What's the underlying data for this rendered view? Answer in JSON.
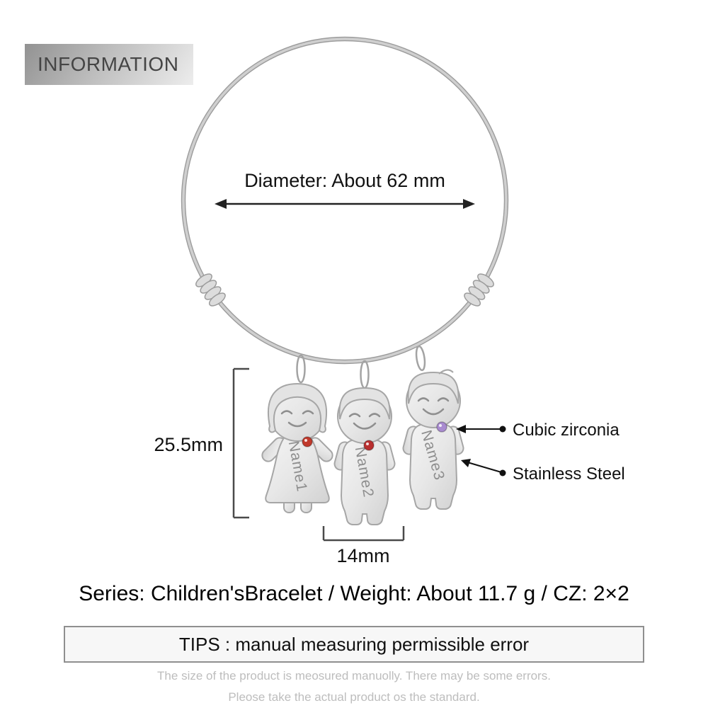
{
  "header": {
    "information_label": "INFORMATION"
  },
  "bracelet": {
    "diameter_label": "Diameter: About 62 mm",
    "height_label": "25.5mm",
    "width_label": "14mm",
    "charms": [
      {
        "name": "Name1",
        "gem_color": "#c0392b"
      },
      {
        "name": "Name2",
        "gem_color": "#b92f2f"
      },
      {
        "name": "Name3",
        "gem_color": "#a98bd0"
      }
    ],
    "annotations": [
      {
        "label": "Cubic zirconia"
      },
      {
        "label": "Stainless Steel"
      }
    ]
  },
  "details": {
    "series_line": "Series: Children'sBracelet / Weight: About 11.7 g / CZ: 2×2"
  },
  "tips": {
    "text": "TIPS : manual measuring permissible error"
  },
  "footer": {
    "line1": "The size of the product is meosured manuolly. There may be some errors.",
    "line2": "Pleose take the actual product os the standard."
  },
  "colors": {
    "metal_light": "#f4f4f4",
    "metal_dark": "#d2d2d2",
    "outline": "#a6a6a6",
    "engraving": "#8e8e8e",
    "annotation_ink": "#111111"
  }
}
